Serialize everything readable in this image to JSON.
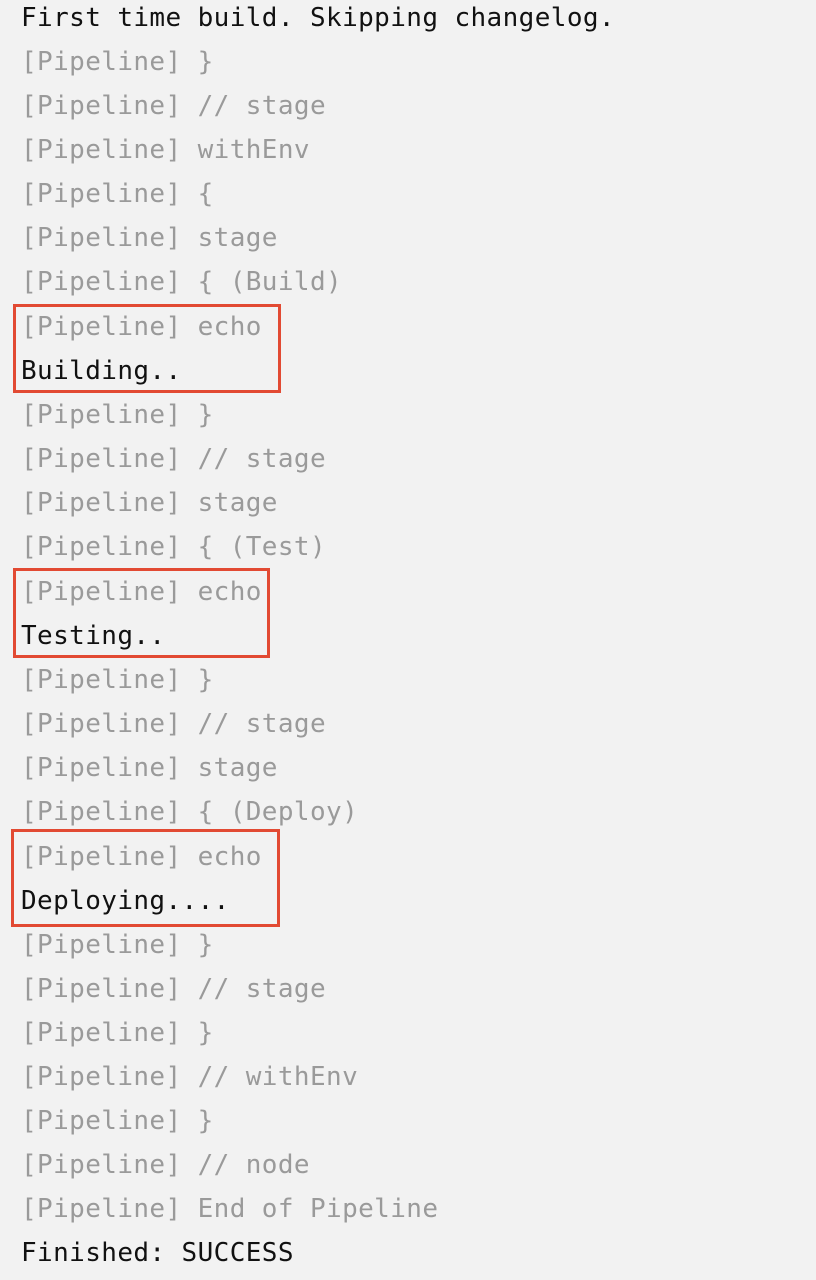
{
  "console": {
    "lines": [
      {
        "kind": "plain",
        "text": "First time build. Skipping changelog."
      },
      {
        "kind": "muted",
        "text": "[Pipeline] }"
      },
      {
        "kind": "muted",
        "text": "[Pipeline] // stage"
      },
      {
        "kind": "muted",
        "text": "[Pipeline] withEnv"
      },
      {
        "kind": "muted",
        "text": "[Pipeline] {"
      },
      {
        "kind": "muted",
        "text": "[Pipeline] stage"
      },
      {
        "kind": "muted",
        "text": "[Pipeline] { (Build)"
      },
      {
        "kind": "muted",
        "text": "[Pipeline] echo"
      },
      {
        "kind": "plain",
        "text": "Building.."
      },
      {
        "kind": "muted",
        "text": "[Pipeline] }"
      },
      {
        "kind": "muted",
        "text": "[Pipeline] // stage"
      },
      {
        "kind": "muted",
        "text": "[Pipeline] stage"
      },
      {
        "kind": "muted",
        "text": "[Pipeline] { (Test)"
      },
      {
        "kind": "muted",
        "text": "[Pipeline] echo"
      },
      {
        "kind": "plain",
        "text": "Testing.."
      },
      {
        "kind": "muted",
        "text": "[Pipeline] }"
      },
      {
        "kind": "muted",
        "text": "[Pipeline] // stage"
      },
      {
        "kind": "muted",
        "text": "[Pipeline] stage"
      },
      {
        "kind": "muted",
        "text": "[Pipeline] { (Deploy)"
      },
      {
        "kind": "muted",
        "text": "[Pipeline] echo"
      },
      {
        "kind": "plain",
        "text": "Deploying...."
      },
      {
        "kind": "muted",
        "text": "[Pipeline] }"
      },
      {
        "kind": "muted",
        "text": "[Pipeline] // stage"
      },
      {
        "kind": "muted",
        "text": "[Pipeline] }"
      },
      {
        "kind": "muted",
        "text": "[Pipeline] // withEnv"
      },
      {
        "kind": "muted",
        "text": "[Pipeline] }"
      },
      {
        "kind": "muted",
        "text": "[Pipeline] // node"
      },
      {
        "kind": "muted",
        "text": "[Pipeline] End of Pipeline"
      },
      {
        "kind": "plain",
        "text": "Finished: SUCCESS"
      }
    ]
  },
  "highlights": {
    "color": "#e24a33",
    "groups": [
      "build-echo",
      "test-echo",
      "deploy-echo"
    ]
  },
  "colors": {
    "background": "#f2f2f2",
    "muted_text": "#9a9a9a",
    "plain_text": "#111111"
  }
}
